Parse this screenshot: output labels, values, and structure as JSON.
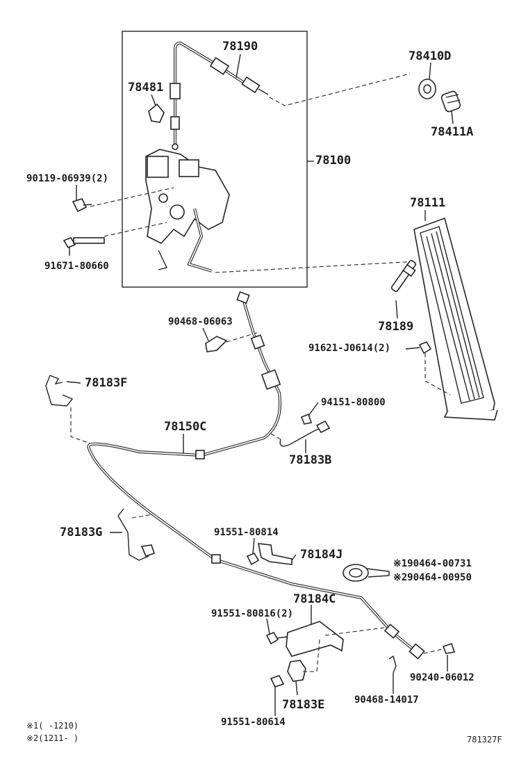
{
  "labels": {
    "p78190": "78190",
    "p78410D": "78410D",
    "p78481": "78481",
    "p78411A": "78411A",
    "p78100": "78100",
    "p90119": "90119-06939(2)",
    "p78111": "78111",
    "p91671": "91671-80660",
    "p90468a": "90468-06063",
    "p78189": "78189",
    "p91621": "91621-J0614(2)",
    "p78183F": "78183F",
    "p94151": "94151-80800",
    "p78150C": "78150C",
    "p78183B": "78183B",
    "p91551a": "91551-80814",
    "p78183G": "78183G",
    "p78184J": "78184J",
    "p90464a": "※190464-00731",
    "p90464b": "※290464-00950",
    "p78184C": "78184C",
    "p91551b": "91551-80816(2)",
    "p90240": "90240-06012",
    "p78183E": "78183E",
    "p90468b": "90468-14017",
    "p91551c": "91551-80614"
  },
  "footnotes": {
    "note1": "※1(   -1210)",
    "note2": "※2(1211-   )",
    "code": "781327F"
  }
}
